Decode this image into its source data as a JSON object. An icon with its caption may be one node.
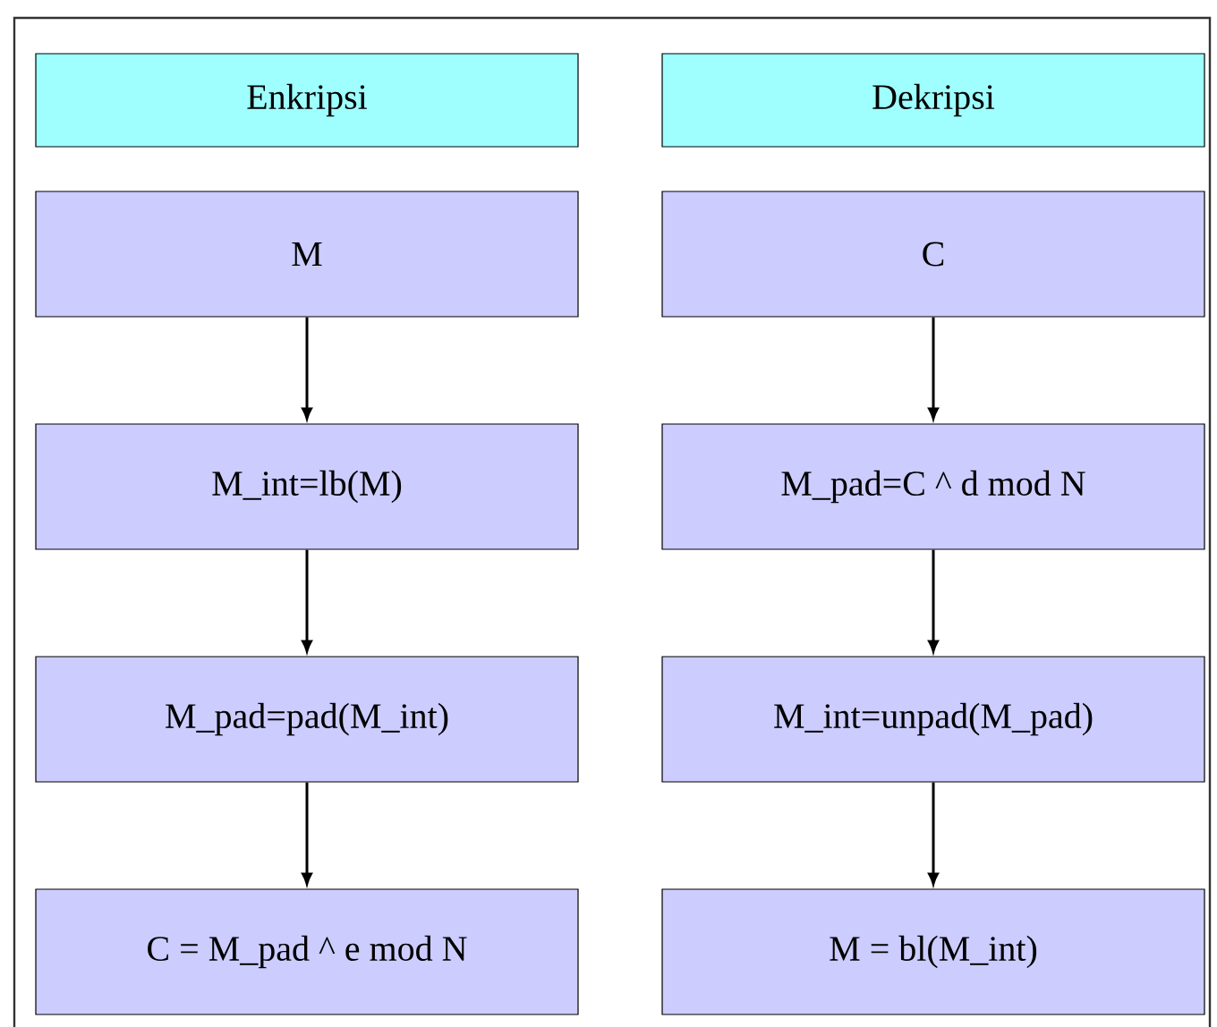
{
  "diagram": {
    "nodes": [
      {
        "text": [
          "Enkripsi"
        ]
      },
      {
        "text": [
          "Dekripsi"
        ]
      },
      {
        "text": [
          "M"
        ]
      },
      {
        "text": [
          "M_int=lb(M)"
        ]
      },
      {
        "text": [
          "M_pad=pad(M_int)"
        ]
      },
      {
        "text": [
          "C = M_pad ^ e mod N"
        ]
      },
      {
        "text": [
          "C"
        ]
      },
      {
        "text": [
          "M_pad=C ^ d mod N"
        ]
      },
      {
        "text": [
          "M_int=unpad(M_pad)"
        ]
      },
      {
        "text": [
          "M = bl(M_int)"
        ]
      }
    ],
    "edges": [
      {
        "from": 2,
        "to": 3,
        "arrow": "to"
      },
      {
        "from": 3,
        "to": 4,
        "arrow": "to"
      },
      {
        "from": 4,
        "to": 5,
        "arrow": "to"
      },
      {
        "from": 6,
        "to": 7,
        "arrow": "to"
      },
      {
        "from": 7,
        "to": 8,
        "arrow": "to"
      },
      {
        "from": 8,
        "to": 9,
        "arrow": "to"
      }
    ]
  }
}
